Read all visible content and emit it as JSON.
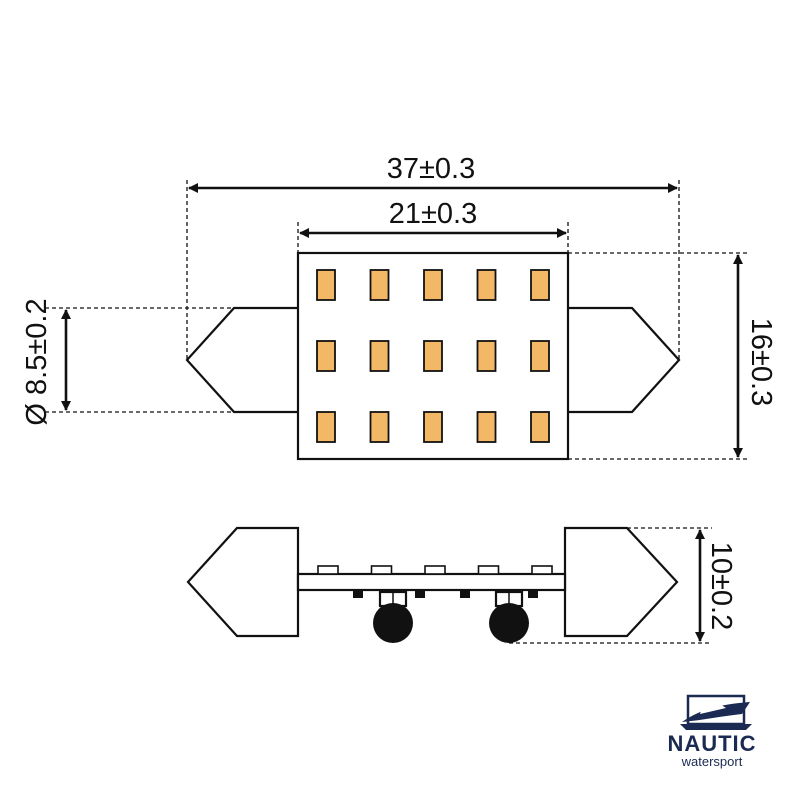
{
  "dimensions": {
    "overall_length": "37±0.3",
    "board_length": "21±0.3",
    "cap_diameter": "Ø 8.5±0.2",
    "board_height": "16±0.3",
    "side_height": "10±0.2"
  },
  "led_grid": {
    "rows": 3,
    "columns": 5,
    "count": 15
  },
  "brand": {
    "name": "NAUTIC",
    "tagline": "watersport",
    "icon": "boat-logo-icon",
    "color": "#1b2a52"
  },
  "colors": {
    "led_fill": "#f2b866",
    "line": "#111111",
    "background": "#ffffff"
  }
}
